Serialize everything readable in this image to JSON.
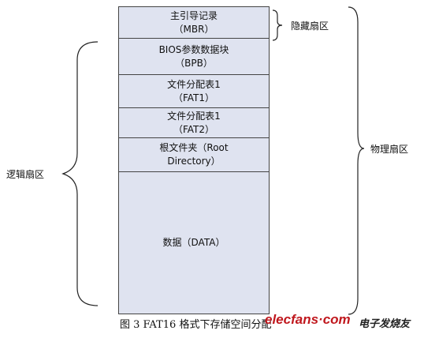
{
  "segments": [
    {
      "line1": "主引导记录",
      "line2": "（MBR）"
    },
    {
      "line1": "BIOS参数数据块",
      "line2": "（BPB）"
    },
    {
      "line1": "文件分配表1",
      "line2": "（FAT1）"
    },
    {
      "line1": "文件分配表1",
      "line2": "（FAT2）"
    },
    {
      "line1": "根文件夹（Root",
      "line2": "Directory）"
    },
    {
      "line1": "数据（DATA）"
    }
  ],
  "labels": {
    "hidden": "隐藏扇区",
    "physical": "物理扇区",
    "logical": "逻辑扇区"
  },
  "caption": "图 3 FAT16 格式下存储空间分配",
  "watermark": {
    "logo": "elecfans·com",
    "cn": "电子发烧友"
  }
}
